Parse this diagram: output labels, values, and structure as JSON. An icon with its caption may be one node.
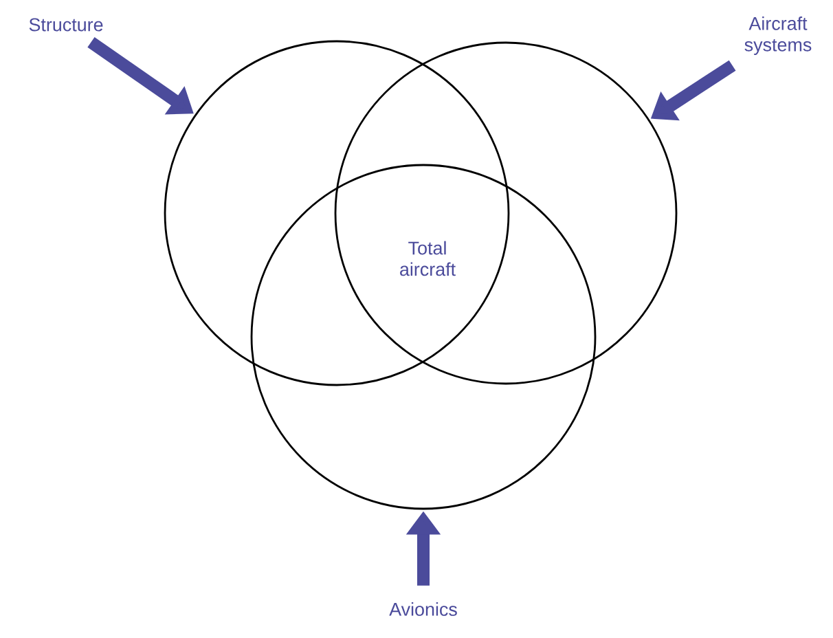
{
  "diagram": {
    "nodes": [
      {
        "text": [
          "Structure"
        ]
      },
      {
        "text": [
          "Aircraft systems"
        ]
      },
      {
        "text": [],
        "shape": "circle"
      },
      {
        "text": [],
        "shape": "circle"
      },
      {
        "text": [],
        "shape": "circle"
      },
      {
        "text": [
          "Avionics"
        ]
      }
    ],
    "edges": [
      {
        "from": 0,
        "to": 2,
        "arrow": "to"
      },
      {
        "from": 1,
        "to": 3,
        "arrow": "to"
      },
      {
        "from": 5,
        "to": 4,
        "arrow": "to"
      }
    ],
    "labels": [
      "Total aircraft"
    ]
  }
}
